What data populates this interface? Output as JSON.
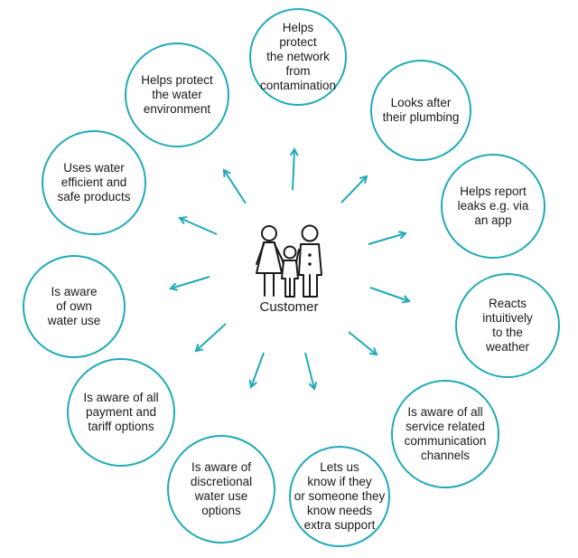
{
  "diagram": {
    "center_label": "Customer",
    "accent_color": "#20aab8",
    "icon": "family-icon",
    "items": [
      {
        "name": "bubble-helps-protect-network",
        "lines": [
          "Helps",
          "protect",
          "the network",
          "from",
          "contamination"
        ]
      },
      {
        "name": "bubble-looks-after-plumbing",
        "lines": [
          "Looks after",
          "their plumbing"
        ]
      },
      {
        "name": "bubble-helps-report-leaks",
        "lines": [
          "Helps report",
          "leaks e.g. via",
          "an app"
        ]
      },
      {
        "name": "bubble-reacts-to-weather",
        "lines": [
          "Reacts",
          "intuitively",
          "to the",
          "weather"
        ]
      },
      {
        "name": "bubble-aware-communication-channels",
        "lines": [
          "Is aware of all",
          "service related",
          "communication",
          "channels"
        ]
      },
      {
        "name": "bubble-lets-us-know-extra-support",
        "lines": [
          "Lets us",
          "know if they",
          "or someone they",
          "know needs",
          "extra support"
        ]
      },
      {
        "name": "bubble-aware-discretional-water-use",
        "lines": [
          "Is aware of",
          "discretional",
          "water use",
          "options"
        ]
      },
      {
        "name": "bubble-aware-payment-tariff",
        "lines": [
          "Is aware of all",
          "payment and",
          "tariff options"
        ]
      },
      {
        "name": "bubble-aware-own-water-use",
        "lines": [
          "Is aware",
          "of own",
          "water use"
        ]
      },
      {
        "name": "bubble-uses-water-efficient-products",
        "lines": [
          "Uses water",
          "efficient and",
          "safe products"
        ]
      },
      {
        "name": "bubble-helps-protect-environment",
        "lines": [
          "Helps protect",
          "the water",
          "environment"
        ]
      }
    ]
  }
}
